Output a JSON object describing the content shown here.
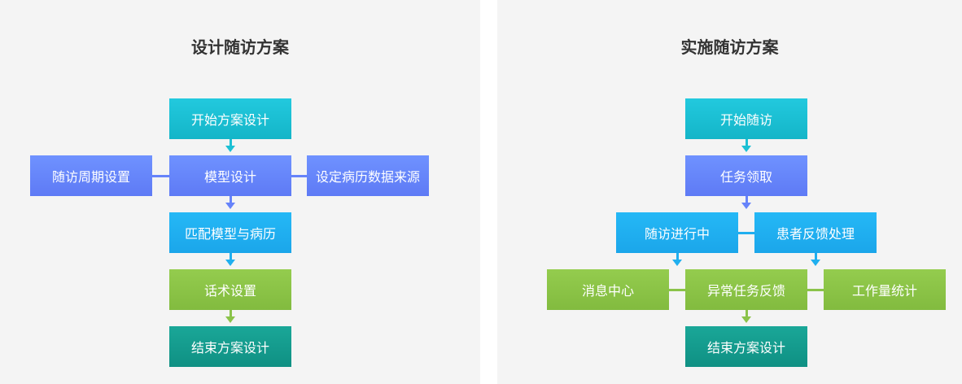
{
  "colors": {
    "panel_bg": "#f4f4f4",
    "cyan": "#1cc0d4",
    "blue": "#6683fa",
    "sky": "#20afef",
    "green": "#8bc34a",
    "teal": "#139b8d"
  },
  "left": {
    "title": "设计随访方案",
    "start": "开始方案设计",
    "model_design": "模型设计",
    "cycle_setting": "随访周期设置",
    "data_source": "设定病历数据来源",
    "match": "匹配模型与病历",
    "script_setting": "话术设置",
    "end": "结束方案设计"
  },
  "right": {
    "title": "实施随访方案",
    "start": "开始随访",
    "claim": "任务领取",
    "in_progress": "随访进行中",
    "feedback_handle": "患者反馈处理",
    "message_center": "消息中心",
    "abnormal_feedback": "异常任务反馈",
    "workload_stats": "工作量统计",
    "end": "结束方案设计"
  }
}
